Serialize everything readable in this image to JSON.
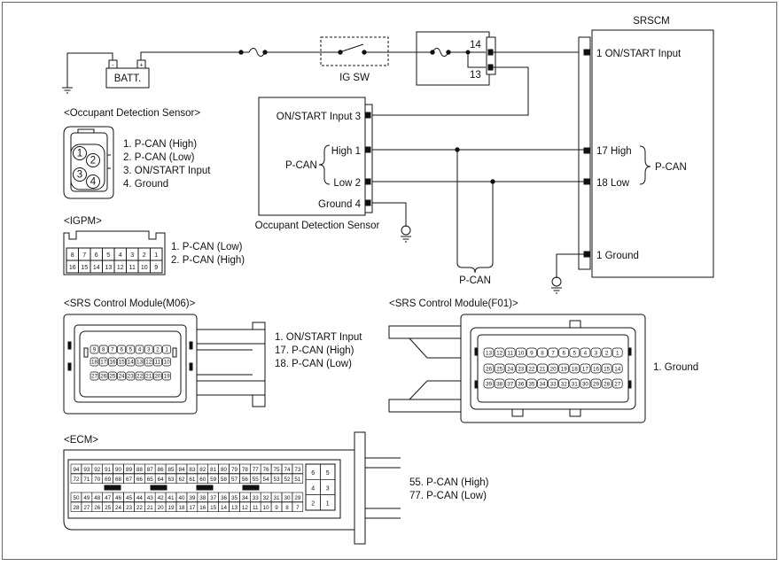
{
  "srscm": {
    "title": "SRSCM",
    "pins": {
      "on_start": "1 ON/START Input",
      "high": "17 High",
      "low": "18 Low",
      "ground": "1 Ground"
    },
    "pcan_brace": "P-CAN"
  },
  "battery": {
    "label": "BATT.",
    "minus": "-",
    "plus": "+"
  },
  "ig_switch": {
    "label": "IG SW"
  },
  "relay": {
    "pin_a": "14",
    "pin_b": "13"
  },
  "ods_box": {
    "name": "Occupant Detection Sensor",
    "pins": {
      "on_start": "ON/START Input 3",
      "high": "High 1",
      "low": "Low 2",
      "ground": "Ground 4"
    },
    "pcan_brace": "P-CAN"
  },
  "bus_label": "P-CAN",
  "ods_connector": {
    "title": "<Occupant Detection Sensor>",
    "numbers": [
      "1",
      "2",
      "3",
      "4"
    ],
    "pins": [
      "1. P-CAN (High)",
      "2. P-CAN (Low)",
      "3. ON/START Input",
      "4. Ground"
    ]
  },
  "igpm_connector": {
    "title": "<IGPM>",
    "top_row": [
      "8",
      "7",
      "6",
      "5",
      "4",
      "3",
      "2",
      "1"
    ],
    "bottom_row": [
      "16",
      "15",
      "14",
      "13",
      "12",
      "11",
      "10",
      "9"
    ],
    "pins": [
      "1. P-CAN (Low)",
      "2. P-CAN (High)"
    ]
  },
  "m06_connector": {
    "title": "<SRS Control Module(M06)>",
    "rows": [
      [
        "9",
        "8",
        "7",
        "6",
        "5",
        "4",
        "3",
        "2",
        "1"
      ],
      [
        "18",
        "17",
        "16",
        "15",
        "14",
        "13",
        "12",
        "11",
        "10"
      ],
      [
        "27",
        "26",
        "25",
        "24",
        "23",
        "22",
        "21",
        "20",
        "19"
      ]
    ],
    "pins": [
      "1. ON/START Input",
      "17. P-CAN (High)",
      "18. P-CAN (Low)"
    ]
  },
  "f01_connector": {
    "title": "<SRS Control Module(F01)>",
    "rows": [
      [
        "13",
        "12",
        "11",
        "10",
        "9",
        "8",
        "7",
        "6",
        "5",
        "4",
        "3",
        "2",
        "1"
      ],
      [
        "26",
        "25",
        "24",
        "23",
        "22",
        "21",
        "20",
        "19",
        "18",
        "17",
        "16",
        "15",
        "14"
      ],
      [
        "39",
        "38",
        "37",
        "36",
        "35",
        "34",
        "33",
        "32",
        "31",
        "30",
        "29",
        "28",
        "27"
      ]
    ],
    "pins": [
      "1. Ground"
    ]
  },
  "ecm_connector": {
    "title": "<ECM>",
    "rows": [
      [
        "94",
        "93",
        "92",
        "91",
        "90",
        "89",
        "88",
        "87",
        "86",
        "85",
        "84",
        "83",
        "82",
        "81",
        "80",
        "79",
        "78",
        "77",
        "76",
        "75",
        "74",
        "73"
      ],
      [
        "72",
        "71",
        "70",
        "69",
        "68",
        "67",
        "66",
        "65",
        "64",
        "63",
        "62",
        "61",
        "60",
        "59",
        "58",
        "57",
        "56",
        "55",
        "54",
        "53",
        "52",
        "51"
      ],
      [
        "50",
        "49",
        "48",
        "47",
        "46",
        "45",
        "44",
        "43",
        "42",
        "41",
        "40",
        "39",
        "38",
        "37",
        "36",
        "35",
        "34",
        "33",
        "32",
        "31",
        "30",
        "29"
      ],
      [
        "28",
        "27",
        "26",
        "25",
        "24",
        "23",
        "22",
        "21",
        "20",
        "19",
        "18",
        "17",
        "16",
        "15",
        "14",
        "13",
        "12",
        "11",
        "10",
        "9",
        "8",
        "7"
      ]
    ],
    "small_block": [
      [
        "6",
        "5"
      ],
      [
        "4",
        "3"
      ],
      [
        "2",
        "1"
      ]
    ],
    "pins": [
      "55. P-CAN (High)",
      "77. P-CAN (Low)"
    ]
  }
}
